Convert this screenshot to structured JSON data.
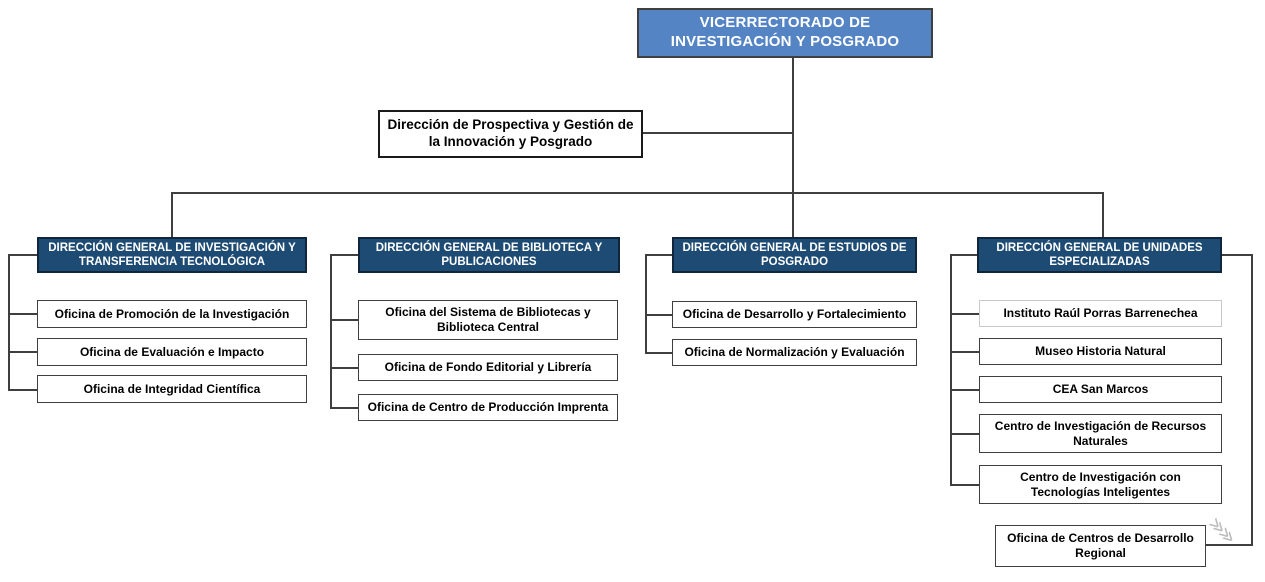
{
  "colors": {
    "root_fill": "#5484C4",
    "branch_fill": "#1E4B74",
    "box_fill": "#FFFFFF",
    "box_border": "#3F3F3F",
    "light_border": "#C9C9C9",
    "line": "#3F3F3F",
    "root_text": "#FFFFFF",
    "branch_text": "#FFFFFF",
    "child_text": "#000000"
  },
  "icons": {
    "break_marks": "≫≫"
  },
  "org": {
    "root": "VICERRECTORADO DE INVESTIGACIÓN Y POSGRADO",
    "staff": "Dirección de Prospectiva y Gestión de la Innovación y Posgrado",
    "branches": [
      {
        "label": "DIRECCIÓN GENERAL DE INVESTIGACIÓN Y TRANSFERENCIA TECNOLÓGICA",
        "children": [
          "Oficina de Promoción de la Investigación",
          "Oficina de Evaluación e Impacto",
          "Oficina de Integridad Científica"
        ]
      },
      {
        "label": "DIRECCIÓN GENERAL DE BIBLIOTECA Y PUBLICACIONES",
        "children": [
          "Oficina del Sistema de Bibliotecas y Biblioteca Central",
          "Oficina de Fondo Editorial y Librería",
          "Oficina de Centro de Producción Imprenta"
        ]
      },
      {
        "label": "DIRECCIÓN GENERAL DE ESTUDIOS DE POSGRADO",
        "children": [
          "Oficina de Desarrollo y Fortalecimiento",
          "Oficina de Normalización y Evaluación"
        ]
      },
      {
        "label": "DIRECCIÓN GENERAL DE UNIDADES ESPECIALIZADAS",
        "children": [
          "Instituto Raúl Porras Barrenechea",
          "Museo Historia Natural",
          "CEA San Marcos",
          "Centro de Investigación de Recursos Naturales",
          "Centro de Investigación con Tecnologías Inteligentes",
          "Oficina de Centros de Desarrollo Regional"
        ]
      }
    ]
  }
}
